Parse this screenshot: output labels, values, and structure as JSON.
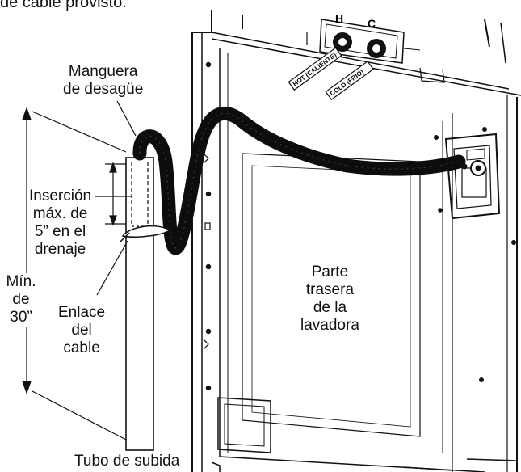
{
  "caption_fragment": "de cable provisto.",
  "labels": {
    "drain_hose_line1": "Manguera",
    "drain_hose_line2": "de desagüe",
    "insertion_line1": "Inserción",
    "insertion_line2": "máx. de",
    "insertion_line3": "5” en el",
    "insertion_line4": "drenaje",
    "min_height_line1": "Mín.",
    "min_height_line2": "de",
    "min_height_line3": "30”",
    "cable_tie_line1": "Enlace",
    "cable_tie_line2": "del",
    "cable_tie_line3": "cable",
    "washer_back_line1": "Parte",
    "washer_back_line2": "trasera",
    "washer_back_line3": "de la",
    "washer_back_line4": "lavadora",
    "standpipe": "Tubo de subida"
  },
  "valves": {
    "hot_letter": "H",
    "cold_letter": "C",
    "hot_tag": "HOT (CALIENTE)",
    "cold_tag": "COLD (FRÍO)"
  },
  "colors": {
    "line": "#111111",
    "hose": "#0d0d0d",
    "background": "#ffffff"
  }
}
